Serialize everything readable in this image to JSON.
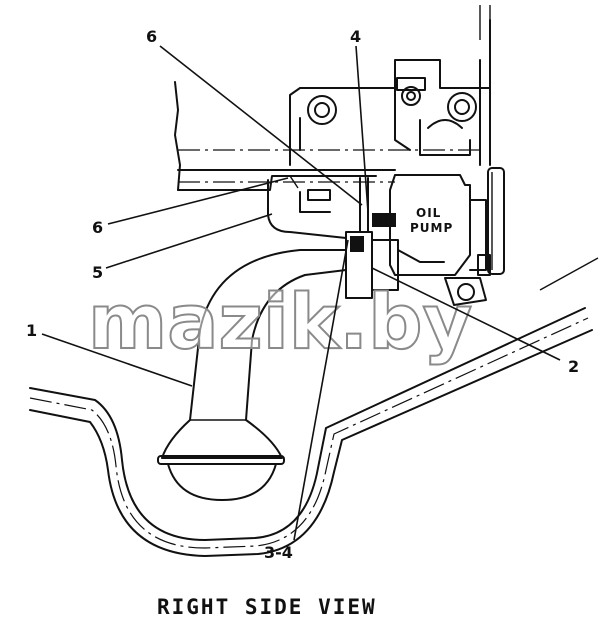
{
  "diagram": {
    "callouts": [
      {
        "id": "c6a",
        "text": "6"
      },
      {
        "id": "c4",
        "text": "4"
      },
      {
        "id": "c6b",
        "text": "6"
      },
      {
        "id": "c5",
        "text": "5"
      },
      {
        "id": "c1",
        "text": "1"
      },
      {
        "id": "c2",
        "text": "2"
      },
      {
        "id": "c34",
        "text": "3-4"
      }
    ],
    "pump_label_line1": "OIL",
    "pump_label_line2": "PUMP",
    "caption": "RIGHT SIDE VIEW",
    "watermark": "mazik.by"
  }
}
